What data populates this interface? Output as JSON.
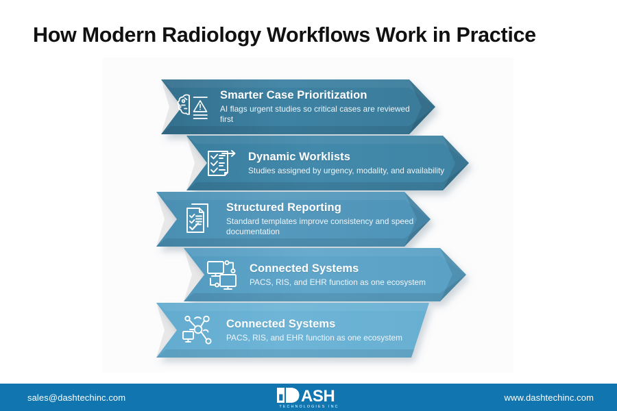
{
  "page": {
    "title": "How Modern Radiology Workflows Work in Practice",
    "background_color": "#ffffff",
    "panel_color": "#fcfcfd"
  },
  "banners": [
    {
      "id": "smarter-case-prioritization",
      "title": "Smarter Case Prioritization",
      "desc": "AI flags urgent studies so critical cases are reviewed first",
      "icon": "brain-alert-icon",
      "fill": "#3a7e9e",
      "fill_dark": "#32708d",
      "fill_light": "#4389a9"
    },
    {
      "id": "dynamic-worklists",
      "title": "Dynamic Worklists",
      "desc": "Studies assigned by urgency, modality, and availability",
      "icon": "checklist-arrow-icon",
      "fill": "#3f87aa",
      "fill_dark": "#377a99",
      "fill_light": "#4a93b5"
    },
    {
      "id": "structured-reporting",
      "title": "Structured Reporting",
      "desc": "Standard templates improve consistency and speed documentation",
      "icon": "document-checklist-icon",
      "fill": "#5196ba",
      "fill_dark": "#4689ac",
      "fill_light": "#5ca1c4"
    },
    {
      "id": "connected-systems-monitors",
      "title": "Connected Systems",
      "desc": "PACS, RIS, and EHR function as one ecosystem",
      "icon": "connected-monitors-icon",
      "fill": "#5ba3c6",
      "fill_dark": "#5096bb",
      "fill_light": "#67aed0"
    },
    {
      "id": "connected-systems-network",
      "title": "Connected Systems",
      "desc": "PACS, RIS, and EHR function as one ecosystem",
      "icon": "network-hub-icon",
      "fill": "#69b0d2",
      "fill_dark": "#5ea5c8",
      "fill_light": "#76bada"
    }
  ],
  "footer": {
    "email": "sales@dashtechinc.com",
    "url": "www.dashtechinc.com",
    "logo_text": "ASH",
    "logo_tagline": "TECHNOLOGIES INC",
    "bar_color": "#1175b0"
  }
}
